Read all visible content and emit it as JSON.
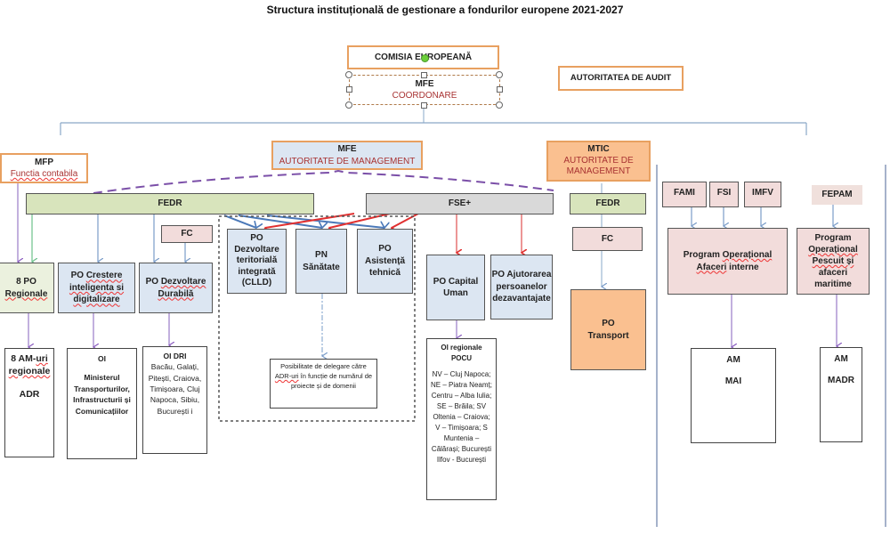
{
  "title": "Structura instituțională de gestionare a fondurilor europene 2021-2027",
  "top": {
    "commission": "COMISIA EUROPEANĂ",
    "coord_entity": "MFE",
    "coord_role": "COORDONARE",
    "audit": "AUTORITATEA DE AUDIT"
  },
  "authorities": {
    "mfp_entity": "MFP",
    "mfp_role": "Functia contabila",
    "mfe_entity": "MFE",
    "mfe_role": "AUTORITATE DE MANAGEMENT",
    "mtic_entity": "MTIC",
    "mtic_role_1": "AUTORITATE DE",
    "mtic_role_2": "MANAGEMENT"
  },
  "funds": {
    "fedr": "FEDR",
    "fse": "FSE+",
    "fedr_mtic": "FEDR",
    "fc_dd": "FC",
    "fc_transport": "FC",
    "fami": "FAMI",
    "fsi": "FSI",
    "imfv": "IMFV",
    "fepam": "FEPAM"
  },
  "programs": {
    "po_regionale_1": "8 PO",
    "po_regionale_2": "Regionale",
    "po_crestere_1": "PO",
    "po_crestere_2": "Crestere",
    "po_crestere_3": "inteligenta si",
    "po_crestere_4": "digitalizare",
    "po_dd_1": "PO",
    "po_dd_2": "Dezvoltare",
    "po_dd_3": "Durabilă",
    "po_clld": [
      "PO",
      "Dezvoltare",
      "teritorială",
      "integrată",
      "(CLLD)"
    ],
    "pn_sanatate": [
      "PN",
      "Sănătate"
    ],
    "po_at": [
      "PO",
      "Asistență",
      "tehnică"
    ],
    "po_cu": [
      "PO Capital",
      "Uman"
    ],
    "po_ajutorarea": [
      "PO Ajutorarea",
      "persoanelor",
      "dezavantajate"
    ],
    "po_transport": [
      "PO",
      "Transport"
    ],
    "po_ai_1": "Program",
    "po_ai_2": "Operațional",
    "po_ai_3": "Afaceri",
    "po_ai_4": "interne",
    "po_pesc": [
      "Program",
      "Operațional",
      "Pescuit și",
      "afaceri",
      "maritime"
    ]
  },
  "bodies": {
    "am_regionale_1": "8 AM-",
    "am_regionale_2": "uri",
    "am_regionale_3": "regionale",
    "am_regionale_4": "ADR",
    "oi_mtic": [
      "OI",
      "Ministerul",
      "Transporturilor,",
      "Infrastructurii și",
      "Comunicațiilor"
    ],
    "oi_dri_title": "OI DRI",
    "oi_dri_cities": "Bacău, Galați, Pitești, Craiova, Timișoara, Cluj Napoca, Sibiu, București i",
    "delegation_1": "Posibilitate de delegare către",
    "delegation_2": "ADR-uri",
    "delegation_3": " în funcție de numărul de proiecte și de domenii",
    "oi_pocu_title_1": "OI  regionale",
    "oi_pocu_title_2": "POCU",
    "oi_pocu_regions": "NV – Cluj Napoca; NE – Piatra Neamț; Centru – Alba Iulia; SE – Brăila;  SV Oltenia – Craiova; V – Timișoara; S Muntenia – Călărași; București Ilfov - București",
    "am_mai_1": "AM",
    "am_mai_2": "MAI",
    "am_madr_1": "AM",
    "am_madr_2": "MADR"
  },
  "colors": {
    "orange_border": "#e8a060",
    "blue_fill": "#dce6f2",
    "green_fill": "#d8e4bc",
    "gray_fill": "#d9d9d9",
    "pink_fill": "#f2dcdb",
    "peach_fill": "#fac090",
    "purple_dashed": "#7b4fa8",
    "red_arrow": "#e03030",
    "blue_arrow": "#6a8fc0"
  }
}
